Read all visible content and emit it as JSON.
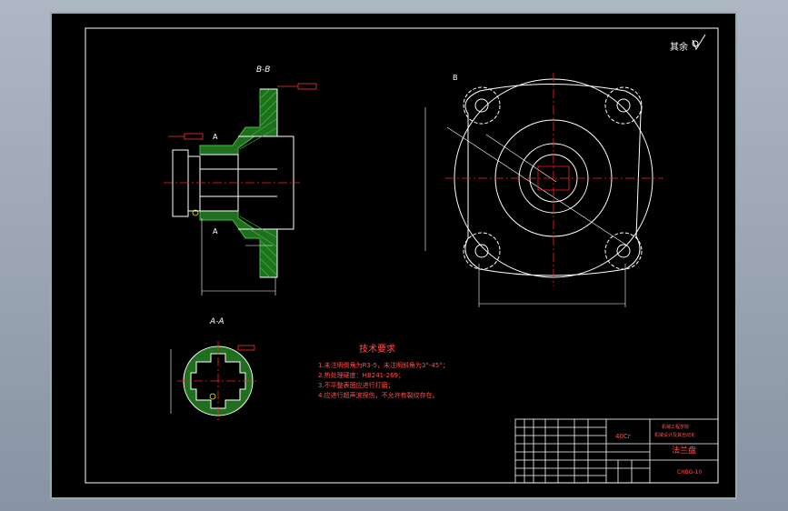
{
  "drawing": {
    "roughness_note": "其余",
    "section_bb_label": "B-B",
    "section_aa_label": "A-A",
    "cut_mark_a": "A",
    "cut_mark_b": "B",
    "tech_title": "技术要求",
    "tech_lines": [
      "1.未注明倒角为R3-5，未注明斜角为3°-45°；",
      "2.热处理硬度：HB241-269；",
      "3.不平整表面应进行打磨；",
      "4.应进行超声波探伤，不允许有裂纹存在。"
    ],
    "title_block": {
      "material": "40Cr",
      "part_name": "法兰盘",
      "drawing_no": "CHBG-10",
      "school": "机械工程学院",
      "course": "机械设计及其自动化"
    }
  },
  "colors": {
    "background": "#000000",
    "lines": "#ffffff",
    "center": "#ff2020",
    "hatch": "#3fbf3f",
    "dims": "#ff3030"
  }
}
